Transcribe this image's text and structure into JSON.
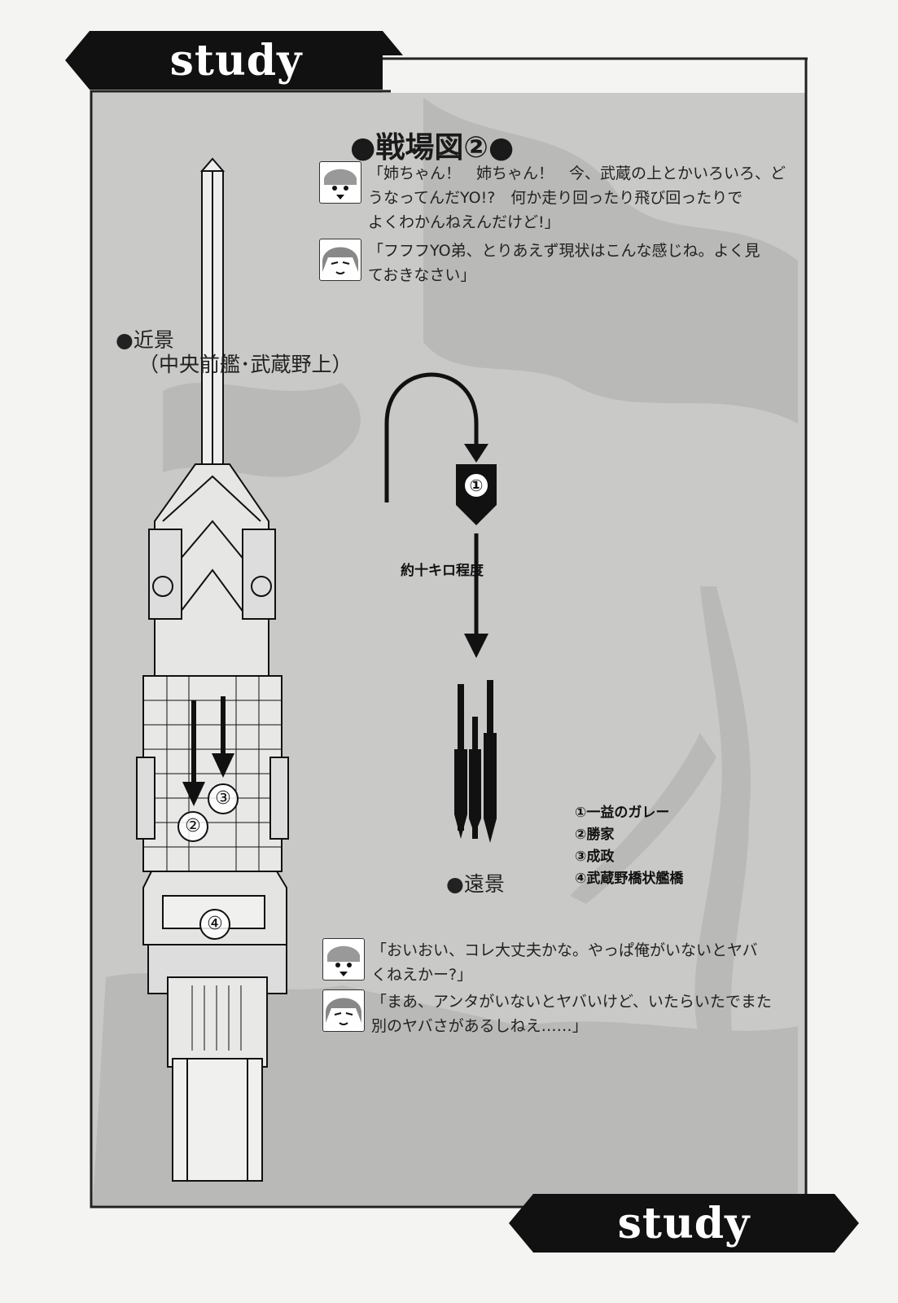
{
  "banners": {
    "top": "study",
    "bottom": "study"
  },
  "title": "●戦場図②●",
  "dialogue_top": [
    {
      "character": "brother",
      "lines": [
        "「姉ちゃん！　姉ちゃん！　今、武蔵の上とかいろいろ、ど",
        "うなってんだYO!?　何か走り回ったり飛び回ったりで",
        "よくわかんねえんだけど!」"
      ]
    },
    {
      "character": "sister",
      "lines": [
        "「フフフYO弟、とりあえず現状はこんな感じね。よく見",
        "ておきなさい」"
      ]
    }
  ],
  "near_view": {
    "label": "●近景",
    "sub": "（中央前艦･武蔵野上）"
  },
  "far_view": {
    "label": "●遠景"
  },
  "distance_label": "約十キロ程度",
  "markers": {
    "m1": "①",
    "m2": "②",
    "m3": "③",
    "m4": "④"
  },
  "legend": [
    "①一益のガレー",
    "②勝家",
    "③成政",
    "④武蔵野橋状艦橋"
  ],
  "dialogue_bottom": [
    {
      "character": "brother",
      "lines": [
        "「おいおい、コレ大丈夫かな。やっぱ俺がいないとヤバ",
        "くねえかー?」"
      ]
    },
    {
      "character": "sister",
      "lines": [
        "「まあ、アンタがいないとヤバいけど、いたらいたでまた",
        "別のヤバさがあるしねえ……」"
      ]
    }
  ],
  "colors": {
    "ink": "#111111",
    "panel_bg": "#c9c9c7",
    "paper": "#f4f4f2"
  }
}
